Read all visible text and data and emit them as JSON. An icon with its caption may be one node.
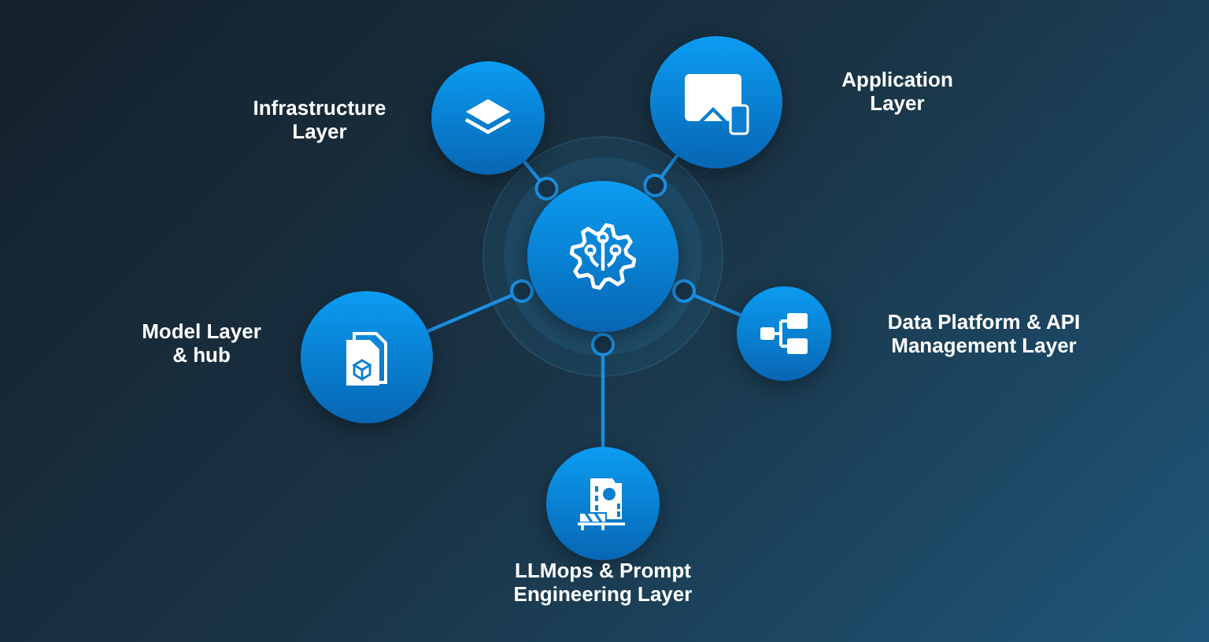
{
  "diagram": {
    "nodes": [
      {
        "text": [],
        "shape": "circle"
      },
      {
        "text": [
          "Infrastructure Layer"
        ]
      },
      {
        "text": [
          "Application Layer"
        ]
      },
      {
        "text": [
          "Model Layer & hub"
        ]
      },
      {
        "text": [
          "Data Platform & API Management Layer"
        ]
      },
      {
        "text": [
          "LLMops & Prompt Engineering Layer"
        ]
      }
    ],
    "edges": [
      {
        "from": 0,
        "to": 1,
        "arrow": "other"
      },
      {
        "from": 0,
        "to": 2,
        "arrow": "other"
      },
      {
        "from": 0,
        "to": 3,
        "arrow": "other"
      },
      {
        "from": 0,
        "to": 4,
        "arrow": "other"
      },
      {
        "from": 0,
        "to": 5,
        "arrow": "other"
      }
    ]
  }
}
